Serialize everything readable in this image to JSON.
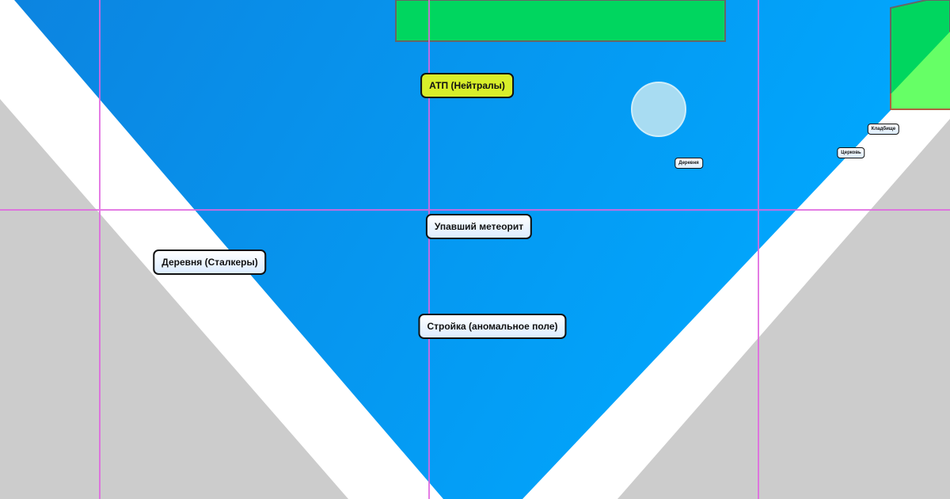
{
  "map": {
    "colors": {
      "water_dark": "#0c84e0",
      "water_light": "#00a9ff",
      "ground": "#cccccc",
      "road": "#ffffff",
      "zone": "#00d65f",
      "zone_light": "#66ff66",
      "grid": "#e066e0",
      "anomaly": "#a8dcf2",
      "faction_neutral": "#d8ee2a"
    },
    "labels": [
      {
        "id": "atp",
        "text": "АТП (Нейтралы)",
        "type": "faction"
      },
      {
        "id": "meteorite",
        "text": "Упавший метеорит"
      },
      {
        "id": "village-stalkers",
        "text": "Деревня (Сталкеры)"
      },
      {
        "id": "construction",
        "text": "Стройка (аномальное поле)"
      },
      {
        "id": "village",
        "text": "Деревня"
      },
      {
        "id": "church",
        "text": "Церковь"
      },
      {
        "id": "cemetery",
        "text": "Кладбище"
      }
    ]
  }
}
